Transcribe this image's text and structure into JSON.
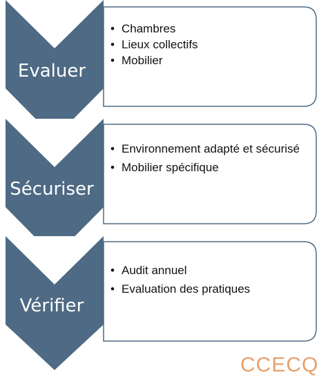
{
  "steps": [
    {
      "label": "Evaluer",
      "items": [
        "Chambres",
        "Lieux collectifs",
        "Mobilier"
      ]
    },
    {
      "label": "Sécuriser",
      "items": [
        "Environnement adapté et sécurisé",
        "Mobilier spécifique"
      ]
    },
    {
      "label": "Vérifier",
      "items": [
        "Audit annuel",
        "Evaluation des pratiques"
      ]
    }
  ],
  "logo": {
    "text": "CCECQ"
  },
  "colors": {
    "chevron_fill": "#4e6a84",
    "box_border": "#4e6a84",
    "box_fill": "#ffffff",
    "text": "#111111",
    "logo": "#e9a06a"
  }
}
